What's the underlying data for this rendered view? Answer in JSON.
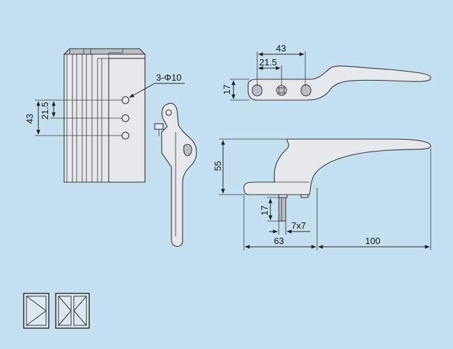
{
  "dimensions": {
    "holes_spec": "3-Φ10",
    "profile_spacing_total": "43",
    "profile_spacing_half": "21.5",
    "top_total": "43",
    "top_half": "21.5",
    "top_height": "17",
    "side_height": "55",
    "spindle_length": "17",
    "spindle_square": "7x7",
    "base_length": "63",
    "handle_length": "100"
  },
  "colors": {
    "background": "#c5e0f0",
    "part_fill": "#e6e9ec",
    "line": "#222222"
  }
}
